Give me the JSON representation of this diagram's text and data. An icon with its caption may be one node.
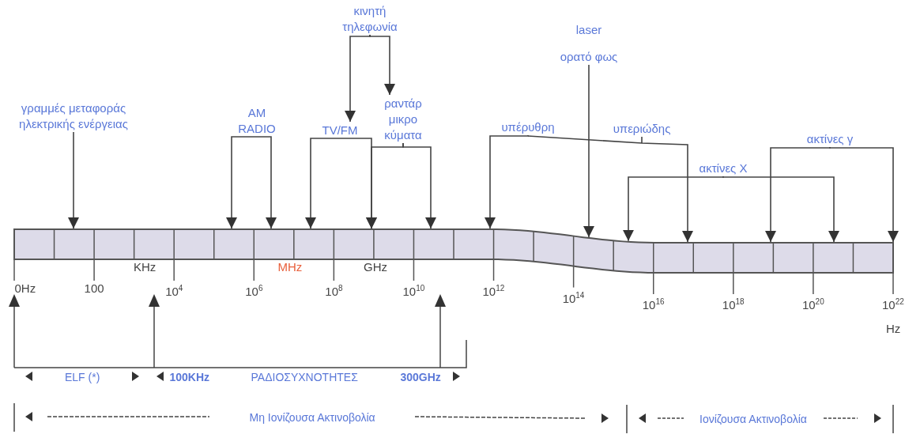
{
  "diagram": {
    "nodes": [
      {
        "text": [],
        "shape": "bar"
      },
      {
        "text": [
          "γραμμές μεταφοράς ηλεκτρικής ενέργειας"
        ]
      },
      {
        "text": [
          "AM RADIO"
        ]
      },
      {
        "text": [
          "κινητή τηλεφωνία"
        ]
      },
      {
        "text": [
          "TV/FM"
        ]
      },
      {
        "text": [
          "ραντάρ μικρο κύματα"
        ]
      },
      {
        "text": [
          "laser",
          "ορατό φως"
        ]
      },
      {
        "text": [
          "υπέρυθρη"
        ]
      },
      {
        "text": [
          "υπεριώδης"
        ]
      },
      {
        "text": [
          "ακτίνες X"
        ]
      },
      {
        "text": [
          "ακτίνες γ"
        ]
      }
    ],
    "edges": [
      {
        "from": 1,
        "to": 0,
        "arrow": "to"
      },
      {
        "from": 2,
        "to": 0,
        "arrow": "to"
      },
      {
        "from": 2,
        "to": 0,
        "arrow": "to"
      },
      {
        "from": 3,
        "to": 4,
        "arrow": "to"
      },
      {
        "from": 3,
        "to": 5,
        "arrow": "to"
      },
      {
        "from": 4,
        "to": 0,
        "arrow": "to"
      },
      {
        "from": 4,
        "to": 0,
        "arrow": "to"
      },
      {
        "from": 5,
        "to": 0,
        "arrow": "to"
      },
      {
        "from": 5,
        "to": 0,
        "arrow": "to"
      },
      {
        "from": 6,
        "to": 0,
        "arrow": "to"
      },
      {
        "from": 7,
        "to": 0,
        "arrow": "to"
      },
      {
        "from": 8,
        "to": 0,
        "arrow": "to"
      },
      {
        "from": 9,
        "to": 0,
        "arrow": "to"
      },
      {
        "from": 9,
        "to": 0,
        "arrow": "to"
      },
      {
        "from": 10,
        "to": 0,
        "arrow": "to"
      },
      {
        "from": 10,
        "to": 0,
        "arrow": "to"
      }
    ],
    "labels": [
      "KHz",
      "MHz",
      "GHz",
      "0Hz",
      "100",
      "10$^{4}$",
      "10$^{6}$",
      "10$^{8}$",
      "10$^{10}$",
      "10$^{12}$",
      "10$^{14}$",
      "10$^{16}$",
      "10$^{18}$",
      "10$^{20}$",
      "10$^{22}$",
      "Hz",
      "ELF (*)",
      "100KHz",
      "ΡΑΔΙΟΣΥΧΝΟΤΗΤΕΣ",
      "300GHz",
      "Μη Ιονίζουσα Ακτινοβολία",
      "Ιονίζουσα Ακτινοβολία"
    ]
  }
}
